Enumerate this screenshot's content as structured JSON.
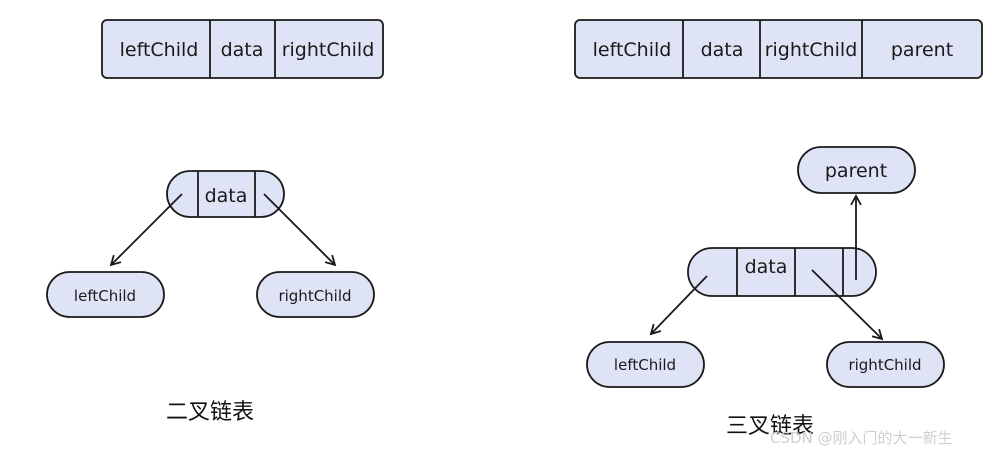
{
  "colors": {
    "fill": "#dfe3f6",
    "stroke": "#1a1a1a"
  },
  "binary": {
    "struct_fields": [
      "leftChild",
      "data",
      "rightChild"
    ],
    "node": {
      "data": "data"
    },
    "children": {
      "left": "leftChild",
      "right": "rightChild"
    },
    "caption": "二叉链表"
  },
  "ternary": {
    "struct_fields": [
      "leftChild",
      "data",
      "rightChild",
      "parent"
    ],
    "node": {
      "data": "data"
    },
    "parent": "parent",
    "children": {
      "left": "leftChild",
      "right": "rightChild"
    },
    "caption": "三叉链表"
  },
  "watermark": "CSDN @刚入门的大一新生"
}
